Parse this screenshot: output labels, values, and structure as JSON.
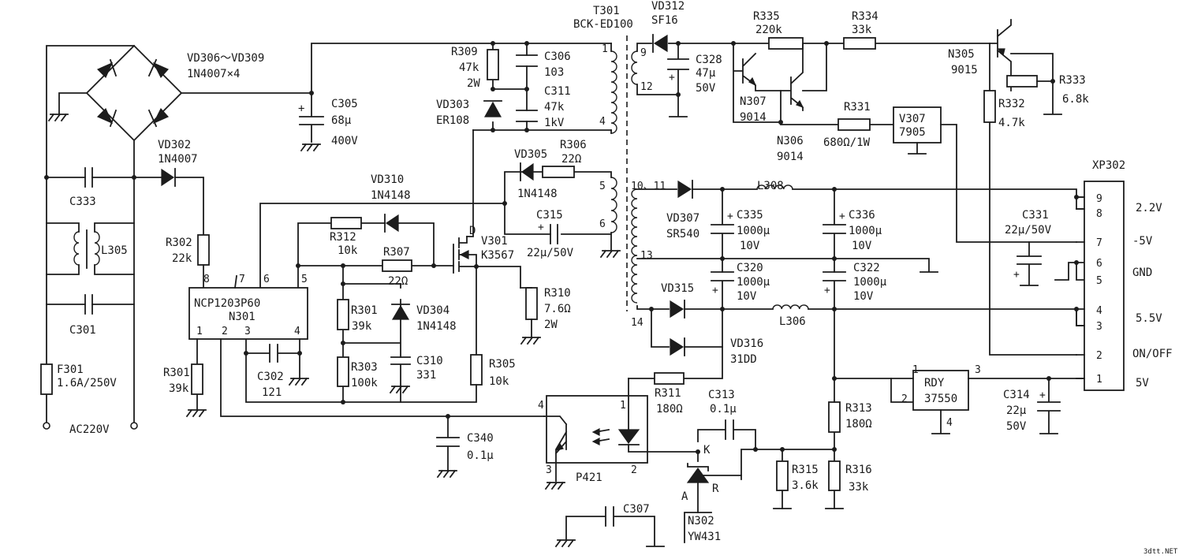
{
  "labels": {
    "ac_input": "AC220V",
    "f301": "F301",
    "f301_v": "1.6A/250V",
    "c301": "C301",
    "l305": "L305",
    "c333": "C333",
    "bridge": "VD306～VD309",
    "bridge_v": "1N4007×4",
    "vd302": "VD302",
    "vd302_v": "1N4007",
    "r302": "R302",
    "r302_v": "22k",
    "r301a": "R301",
    "r301a_v": "39k",
    "c305": "C305",
    "c305_v1": "68μ",
    "c305_v2": "400V",
    "r309": "R309",
    "r309_v1": "47k",
    "r309_v2": "2W",
    "c306": "C306",
    "c306_v": "103",
    "c311": "C311",
    "c311_v1": "47k",
    "c311_v2": "1kV",
    "vd303": "VD303",
    "vd303_v": "ER108",
    "t301": "T301",
    "t301_v": "BCK-ED100",
    "vd305": "VD305",
    "vd305_v": "1N4148",
    "r306": "R306",
    "r306_v": "22Ω",
    "c315": "C315",
    "c315_v": "22μ/50V",
    "vd310": "VD310",
    "vd310_v": "1N4148",
    "r312": "R312",
    "r312_v": "10k",
    "r307": "R307",
    "r307_v": "22Ω",
    "v301": "V301",
    "v301_v": "K3567",
    "v301_d": "D",
    "r310": "R310",
    "r310_v1": "7.6Ω",
    "r310_v2": "2W",
    "ic_name": "NCP1203P60",
    "ic_ref": "N301",
    "r301b": "R301",
    "r301b_v": "39k",
    "vd304": "VD304",
    "vd304_v": "1N4148",
    "r303": "R303",
    "r303_v": "100k",
    "c310": "C310",
    "c310_v": "331",
    "c302": "C302",
    "c302_v": "121",
    "r305": "R305",
    "r305_v": "10k",
    "c340": "C340",
    "c340_v": "0.1μ",
    "p421": "P421",
    "r311": "R311",
    "r311_v": "180Ω",
    "c313": "C313",
    "c313_v": "0.1μ",
    "n302": "N302",
    "n302_v": "YW431",
    "n302_k": "K",
    "n302_a": "A",
    "n302_r": "R",
    "r315": "R315",
    "r315_v": "3.6k",
    "r316": "R316",
    "r316_v": "33k",
    "r313": "R313",
    "r313_v": "180Ω",
    "c307": "C307",
    "vd312": "VD312",
    "vd312_v": "SF16",
    "c328": "C328",
    "c328_v1": "47μ",
    "c328_v2": "50V",
    "r335": "R335",
    "r335_v": "220k",
    "r334": "R334",
    "r334_v": "33k",
    "n307": "N307",
    "n307_v": "9014",
    "n306": "N306",
    "n306_v": "9014",
    "r331": "R331",
    "r331_v": "680Ω/1W",
    "v307": "V307",
    "v307_v": "7905",
    "n305": "N305",
    "n305_v": "9015",
    "r333": "R333",
    "r333_v": "6.8k",
    "r332": "R332",
    "r332_v": "4.7k",
    "vd307": "VD307",
    "vd307_v": "SR540",
    "c335": "C335",
    "c335_v1": "1000μ",
    "c335_v2": "10V",
    "l308": "L308",
    "c336": "C336",
    "c336_v1": "1000μ",
    "c336_v2": "10V",
    "c320": "C320",
    "c320_v1": "1000μ",
    "c320_v2": "10V",
    "c322": "C322",
    "c322_v1": "1000μ",
    "c322_v2": "10V",
    "vd315": "VD315",
    "l306": "L306",
    "vd316": "VD316",
    "vd316_v": "31DD",
    "c331": "C331",
    "c331_v": "22μ/50V",
    "rdy": "RDY",
    "rdy_v": "37550",
    "c314": "C314",
    "c314_v1": "22μ",
    "c314_v2": "50V",
    "xp302": "XP302",
    "out_22": "2.2V",
    "out_m5": "-5V",
    "out_gnd": "GND",
    "out_55": "5.5V",
    "out_onoff": "ON/OFF",
    "out_5": "5V",
    "watermark": "3dtt.NET"
  },
  "pins": {
    "ic_1": "1",
    "ic_2": "2",
    "ic_3": "3",
    "ic_4": "4",
    "ic_5": "5",
    "ic_6": "6",
    "ic_7": "7",
    "ic_8": "8",
    "t_1": "1",
    "t_4": "4",
    "t_5": "5",
    "t_6": "6",
    "t_9": "9",
    "t_12": "12",
    "t_1011": "10、11",
    "t_13": "13",
    "t_14": "14",
    "p_1": "1",
    "p_2": "2",
    "p_3": "3",
    "p_4": "4",
    "rdy_1": "1",
    "rdy_2": "2",
    "rdy_3": "3",
    "rdy_4": "4",
    "xp_1": "1",
    "xp_2": "2",
    "xp_3": "3",
    "xp_4": "4",
    "xp_5": "5",
    "xp_6": "6",
    "xp_7": "7",
    "xp_8": "8",
    "xp_9": "9"
  }
}
